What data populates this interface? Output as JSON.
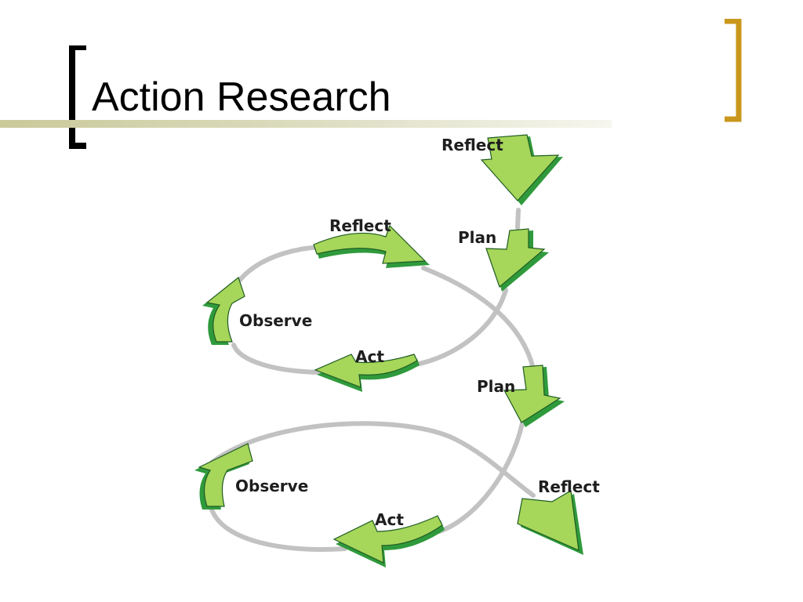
{
  "slide": {
    "title": "Action Research"
  },
  "colors": {
    "bracket_left": "#000000",
    "bracket_right": "#c9971c",
    "title_rule": "#c9c99a",
    "arrow_fill": "#a6d65a",
    "arrow_side": "#2f9a3c",
    "arrow_stroke": "#1e5c22",
    "loop_path": "#c2c2c2"
  },
  "diagram": {
    "labels": {
      "reflect_top": "Reflect",
      "plan_top": "Plan",
      "reflect_cycle1": "Reflect",
      "observe_cycle1": "Observe",
      "act_cycle1": "Act",
      "plan_cycle2": "Plan",
      "observe_cycle2": "Observe",
      "act_cycle2": "Act",
      "reflect_cycle2": "Reflect"
    }
  }
}
